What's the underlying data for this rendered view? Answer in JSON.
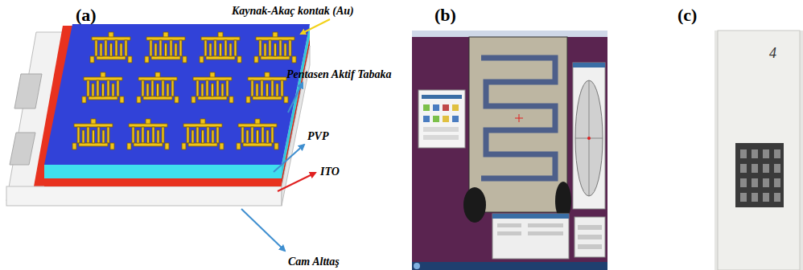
{
  "diagram": {
    "labels": [
      "(a)",
      "Kaynak-Akaç kontak (Au)",
      "Pentasen Aktif Tabaka",
      "PVP",
      "ITO",
      "Cam Alttaş",
      "(b)",
      "(c)",
      "4"
    ]
  }
}
